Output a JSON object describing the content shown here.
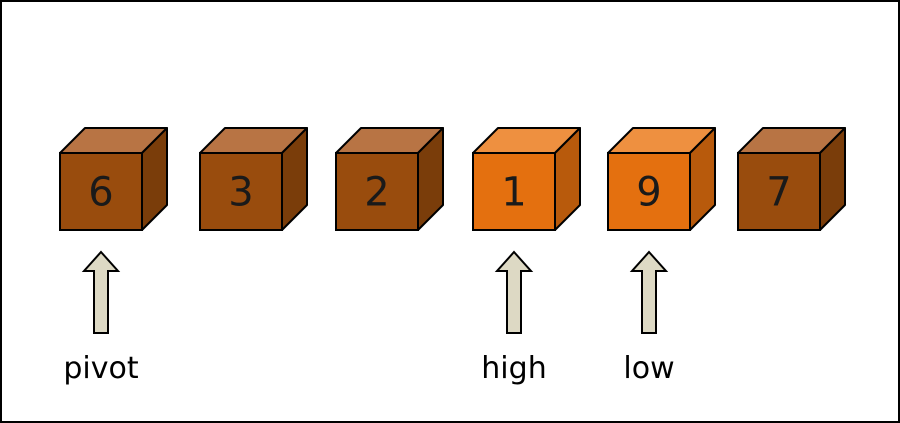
{
  "boxes": [
    {
      "value": "6",
      "highlighted": false
    },
    {
      "value": "3",
      "highlighted": false
    },
    {
      "value": "2",
      "highlighted": false
    },
    {
      "value": "1",
      "highlighted": true
    },
    {
      "value": "9",
      "highlighted": true
    },
    {
      "value": "7",
      "highlighted": false
    }
  ],
  "pointers": [
    {
      "label": "pivot",
      "box_index": 0
    },
    {
      "label": "high",
      "box_index": 3
    },
    {
      "label": "low",
      "box_index": 4
    }
  ],
  "colors": {
    "normal_front": "#994c0d",
    "normal_top": "#b87444",
    "normal_side": "#7a3d0a",
    "highlight_front": "#e4700f",
    "highlight_top": "#ee9040",
    "highlight_side": "#b85a0c",
    "arrow_fill": "#ddd9c4",
    "outline": "#000000"
  }
}
